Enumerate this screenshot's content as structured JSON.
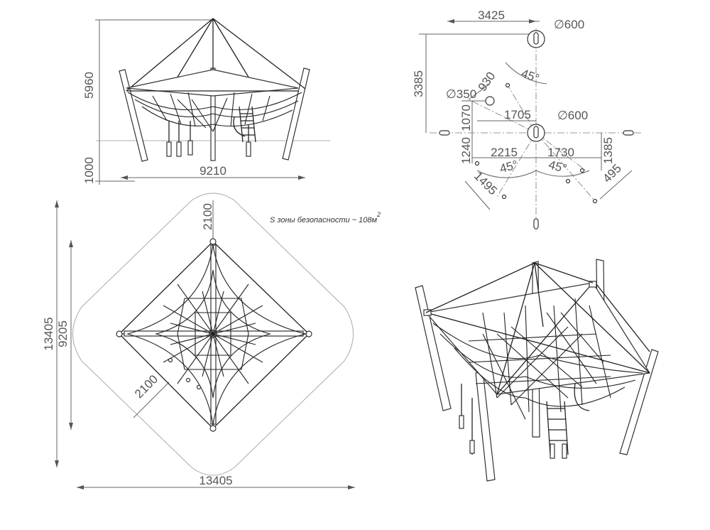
{
  "elevation": {
    "height_top": "5960",
    "height_base": "1000",
    "width": "9210"
  },
  "footprint": {
    "zone_offset_top": "2100",
    "zone_offset_side": "2100",
    "diag_span": "9205",
    "outer_height": "13405",
    "outer_width": "13405",
    "note": "S зоны безопасности ~ 108м",
    "note_sup": "2"
  },
  "foundation": {
    "d3425": "3425",
    "d3385": "3385",
    "d600_top": "∅600",
    "d600_center": "∅600",
    "d350": "∅350",
    "d930": "930",
    "d1705": "1705",
    "d1070": "1070",
    "d1240": "1240",
    "d2215": "2215",
    "d1730": "1730",
    "d1385": "1385",
    "d495": "495",
    "d1495": "1495",
    "angle_top": "45°",
    "angle_left": "45°",
    "angle_right": "45°"
  },
  "colors": {
    "lines": "#333333",
    "dimensions": "#555555",
    "background": "#ffffff"
  }
}
